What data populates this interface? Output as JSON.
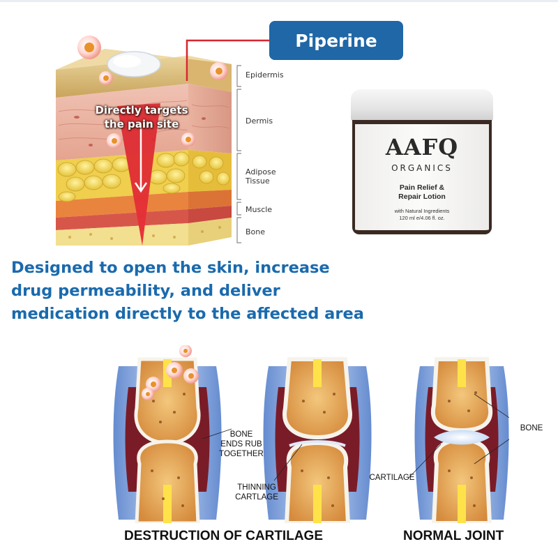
{
  "badge": {
    "label": "Piperine"
  },
  "skin_diagram": {
    "target_text_line1": "Directly targets",
    "target_text_line2": "the pain site",
    "layers": [
      "Epidermis",
      "Dermis",
      "Adipose Tissue",
      "Muscle",
      "Bone"
    ]
  },
  "product": {
    "brand": "AAFQ",
    "brand_sub": "ORGANICS",
    "name_line1": "Pain Relief &",
    "name_line2": "Repair Lotion",
    "detail_line1": "with Natural Ingredients",
    "detail_line2": "120 ml e/4.06 fl. oz."
  },
  "headline": {
    "line1": "Designed to open the skin, increase",
    "line2": "drug permeability, and deliver",
    "line3": "medication directly to the affected area"
  },
  "joints": {
    "label_bone_ends": [
      "BONE",
      "ENDS RUB",
      "TOGETHER"
    ],
    "label_thinning": [
      "THINNING",
      "CARTLAGE"
    ],
    "label_cartilage": "CARTILAGE",
    "label_bone": "BONE",
    "caption_left": "DESTRUCTION OF CARTILAGE",
    "caption_right": "NORMAL JOINT"
  },
  "colors": {
    "accent_blue": "#1f67a6",
    "headline_blue": "#1a6aad",
    "pointer_red": "#d8262e"
  }
}
